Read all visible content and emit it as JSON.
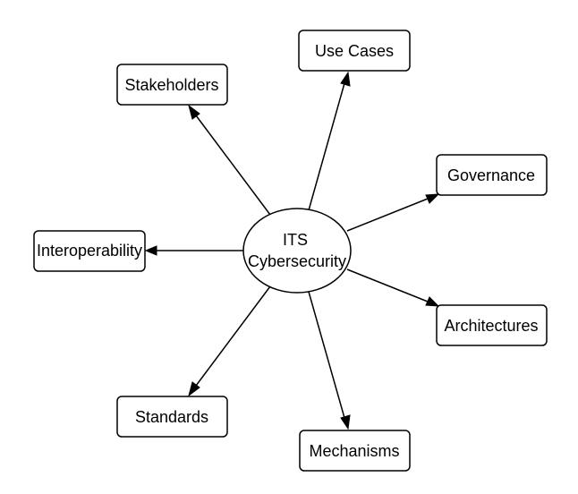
{
  "diagram": {
    "center": {
      "line1": "ITS",
      "line2": "Cybersecurity"
    },
    "nodes": {
      "use_cases": "Use Cases",
      "stakeholders": "Stakeholders",
      "governance": "Governance",
      "interoperability": "Interoperability",
      "architectures": "Architectures",
      "standards": "Standards",
      "mechanisms": "Mechanisms"
    }
  }
}
